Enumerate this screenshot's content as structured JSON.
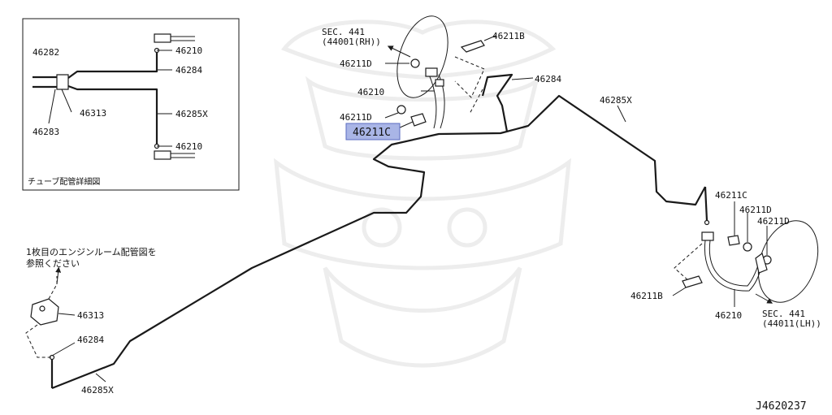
{
  "inset": {
    "caption": "チューブ配管詳細図",
    "labels": {
      "p46282": "46282",
      "p46283": "46283",
      "p46313": "46313",
      "p46210_top": "46210",
      "p46284": "46284",
      "p46285x": "46285X",
      "p46210_bottom": "46210"
    }
  },
  "top_group": {
    "sec_line1": "SEC. 441",
    "sec_line2": "(44001(RH))",
    "p46211d_upper": "46211D",
    "p46211b": "46211B",
    "p46210": "46210",
    "p46284": "46284",
    "p46211d_lower": "46211D",
    "p46211c_highlight": "46211C"
  },
  "main": {
    "p46285x_top": "46285X",
    "p46313": "46313",
    "p46284_left": "46284",
    "p46285x_bottom": "46285X",
    "note_line1": "1枚目のエンジンルーム配管図を",
    "note_line2": "参照ください"
  },
  "right_group": {
    "p46211c": "46211C",
    "p46211d_a": "46211D",
    "p46211d_b": "46211D",
    "p46211b": "46211B",
    "p46210": "46210",
    "sec_line1": "SEC. 441",
    "sec_line2": "(44011(LH))"
  },
  "diagram_code": "J4620237",
  "colors": {
    "highlight_fill": "#a9b5e6",
    "highlight_stroke": "#5a6bc0",
    "line": "#1a1a1a",
    "watermark": "#ededed"
  }
}
